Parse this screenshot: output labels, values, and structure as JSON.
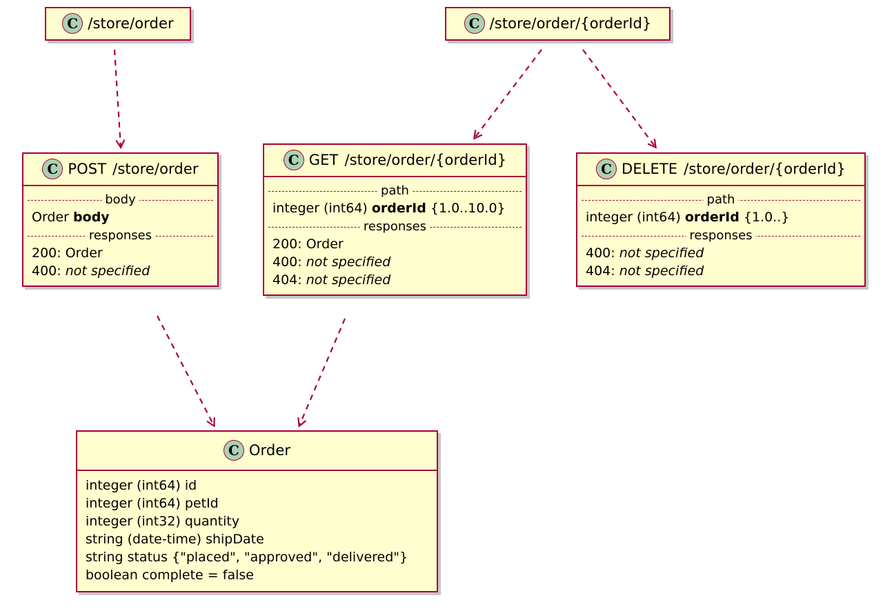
{
  "diagram": {
    "type": "plantuml-class-diagram",
    "title": "Store Order API class diagram",
    "colors": {
      "box_fill": "#FEFECE",
      "box_border": "#A80036",
      "circle_fill": "#ADD1B2",
      "edge": "#A80036",
      "background": "#FFFFFF",
      "shadow": "#888888"
    },
    "stereotype_letter": "C"
  },
  "nodes": {
    "root_store_order": {
      "title": "/store/order"
    },
    "root_store_order_id": {
      "title": "/store/order/{orderId}"
    },
    "post_store_order": {
      "verb": "POST",
      "path": "/store/order",
      "sections": [
        {
          "caption": "body",
          "rows": [
            {
              "text": "Order body",
              "plain": "Order ",
              "bold": "body"
            }
          ]
        },
        {
          "caption": "responses",
          "rows": [
            {
              "text": "200: Order",
              "plain": "200: Order"
            },
            {
              "text": "400: not specified",
              "plain": "400: ",
              "italic": "not specified"
            }
          ]
        }
      ]
    },
    "get_store_order_id": {
      "verb": "GET",
      "path": "/store/order/{orderId}",
      "sections": [
        {
          "caption": "path",
          "rows": [
            {
              "text": "integer (int64) orderId {1.0..10.0}",
              "plain": "integer (int64) ",
              "bold": "orderId",
              "tail": " {1.0..10.0}"
            }
          ]
        },
        {
          "caption": "responses",
          "rows": [
            {
              "text": "200: Order",
              "plain": "200: Order"
            },
            {
              "text": "400: not specified",
              "plain": "400: ",
              "italic": "not specified"
            },
            {
              "text": "404: not specified",
              "plain": "404: ",
              "italic": "not specified"
            }
          ]
        }
      ]
    },
    "delete_store_order_id": {
      "verb": "DELETE",
      "path": "/store/order/{orderId}",
      "sections": [
        {
          "caption": "path",
          "rows": [
            {
              "text": "integer (int64) orderId {1.0..}",
              "plain": "integer (int64) ",
              "bold": "orderId",
              "tail": " {1.0..}"
            }
          ]
        },
        {
          "caption": "responses",
          "rows": [
            {
              "text": "400: not specified",
              "plain": "400: ",
              "italic": "not specified"
            },
            {
              "text": "404: not specified",
              "plain": "404: ",
              "italic": "not specified"
            }
          ]
        }
      ]
    },
    "order_class": {
      "title": "Order",
      "attributes": [
        "integer (int64) id",
        "integer (int64) petId",
        "integer (int32) quantity",
        "string (date-time) shipDate",
        "string status {\"placed\", \"approved\", \"delivered\"}",
        "boolean complete = false"
      ]
    }
  },
  "edges": [
    {
      "from": "/store/order",
      "to": "POST /store/order",
      "style": "dashed",
      "arrow": "open"
    },
    {
      "from": "/store/order/{orderId}",
      "to": "GET /store/order/{orderId}",
      "style": "dashed",
      "arrow": "open"
    },
    {
      "from": "/store/order/{orderId}",
      "to": "DELETE /store/order/{orderId}",
      "style": "dashed",
      "arrow": "open"
    },
    {
      "from": "POST /store/order",
      "to": "Order",
      "style": "dashed",
      "arrow": "open"
    },
    {
      "from": "GET /store/order/{orderId}",
      "to": "Order",
      "style": "dashed",
      "arrow": "open"
    }
  ]
}
